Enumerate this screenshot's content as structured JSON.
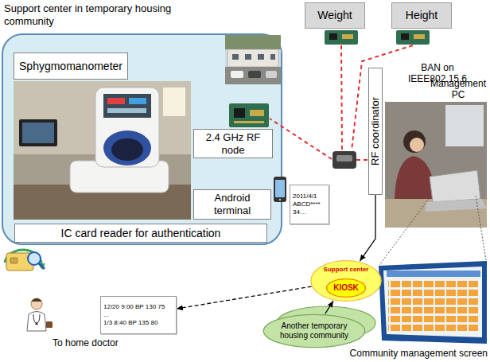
{
  "diagram": {
    "nodes": [
      {
        "text": [
          "Support center in temporary housing community"
        ]
      },
      {
        "text": [
          "Sphygmomanometer"
        ],
        "in": 0
      },
      {
        "text": [
          "2.4 GHz RF node"
        ],
        "in": 0
      },
      {
        "text": [
          "Android terminal"
        ],
        "in": 0
      },
      {
        "text": [
          "IC card reader for authentication"
        ],
        "in": 0
      },
      {
        "text": [
          "Weight"
        ]
      },
      {
        "text": [
          "Height"
        ]
      },
      {
        "text": [
          "RF coordinator"
        ]
      },
      {
        "text": [
          "2011/4/1",
          "ABCD****",
          "34…"
        ]
      },
      {
        "text": [
          "Support center"
        ]
      },
      {
        "text": [
          "KIOSK"
        ],
        "in": 9
      },
      {
        "text": [
          "Another temporary housing community"
        ]
      },
      {
        "text": [
          "12/20 9:00 BP 130 75",
          "...",
          "1/3 8:40 BP 135 80"
        ]
      }
    ],
    "edges": [
      {
        "from": 7,
        "to": 9,
        "arrow": "to"
      },
      {
        "from": 11,
        "to": 9,
        "arrow": "to"
      },
      {
        "from": 9,
        "to": 12,
        "arrow": "to"
      }
    ],
    "labels": [
      "BAN on IEEE802.15.6",
      "Management PC",
      "To home doctor",
      "Community management screen"
    ]
  }
}
